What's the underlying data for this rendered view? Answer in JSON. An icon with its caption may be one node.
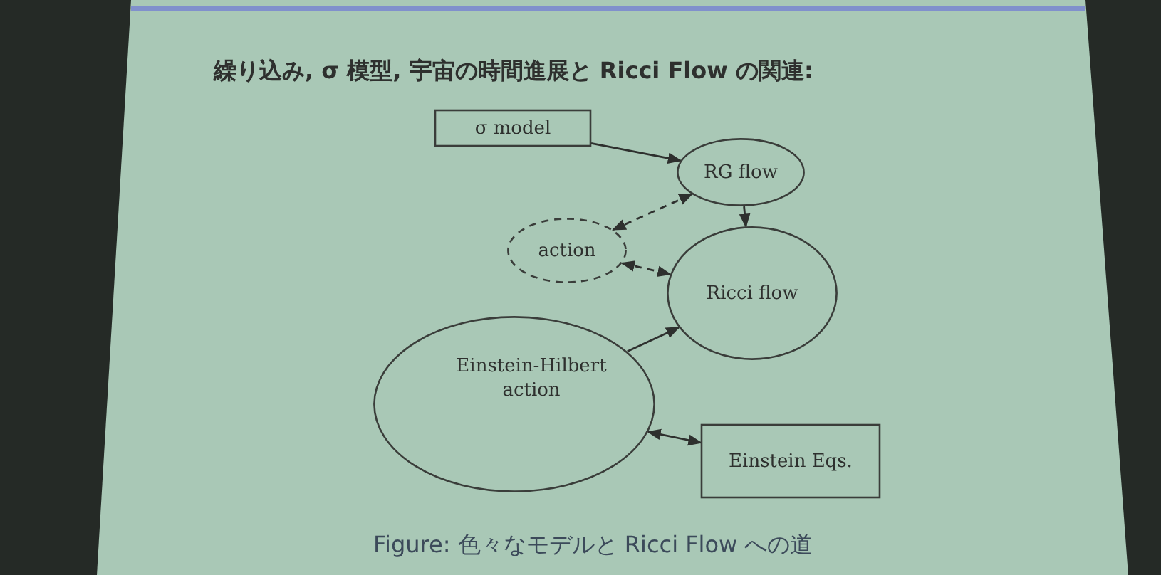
{
  "diagram": {
    "title": "繰り込み, σ 模型, 宇宙の時間進展と Ricci Flow の関連:",
    "caption": "Figure: 色々なモデルと Ricci Flow への道",
    "nodes": [
      {
        "text": [
          "σ model"
        ]
      },
      {
        "text": [
          "RG flow"
        ]
      },
      {
        "text": [
          "action"
        ]
      },
      {
        "text": [
          "Ricci flow"
        ]
      },
      {
        "text": [
          "Einstein-Hilbert action"
        ]
      },
      {
        "text": [
          "Einstein Eqs."
        ]
      }
    ],
    "edges": [
      {
        "from": 0,
        "to": 1,
        "arrow": "to"
      },
      {
        "from": 1,
        "to": 3,
        "arrow": "to"
      },
      {
        "from": 2,
        "to": 1,
        "arrow": "both",
        "style": "dashed"
      },
      {
        "from": 2,
        "to": 3,
        "arrow": "both",
        "style": "dashed"
      },
      {
        "from": 4,
        "to": 3,
        "arrow": "to"
      },
      {
        "from": 4,
        "to": 5,
        "arrow": "both"
      }
    ]
  }
}
